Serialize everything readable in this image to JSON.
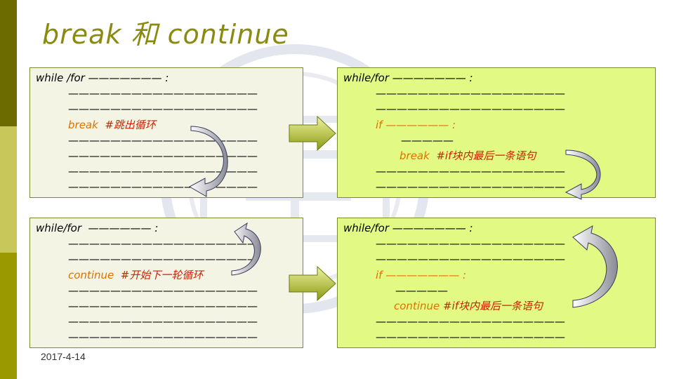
{
  "slide": {
    "title": "break 和 continue",
    "date": "2017-4-14"
  },
  "boxes": {
    "break_simple": {
      "header": "while /for ——————— :",
      "keyword": "break",
      "comment": "#跳出循环"
    },
    "break_if": {
      "header": "while/for ——————— :",
      "if_line": "if —————— :",
      "inner_dash": "—————",
      "keyword": "break",
      "comment": "#if块内最后一条语句"
    },
    "continue_simple": {
      "header": "while/for  —————— :",
      "keyword": "continue",
      "comment": "#开始下一轮循环"
    },
    "continue_if": {
      "header": "while/for ——————— :",
      "if_line": "if ——————— :",
      "inner_dash": "—————",
      "keyword": "continue",
      "comment": "#if块内最后一条语句"
    },
    "body_dash": "——————————————————"
  },
  "colors": {
    "keyword": "#e07000",
    "comment": "#cc2200",
    "gray_box": "#f3f4e4",
    "green_box": "#e2fa84",
    "title": "#8a8a10"
  }
}
